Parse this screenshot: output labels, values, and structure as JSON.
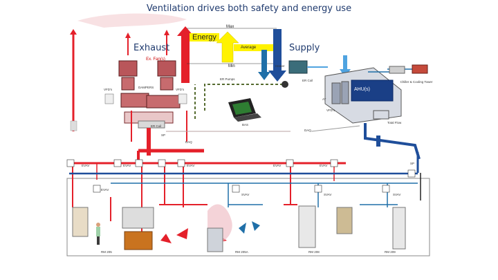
{
  "title": "Ventilation drives both safety and energy use",
  "labels": {
    "exhaust": "Exhaust",
    "supply": "Supply",
    "energy": "Energy",
    "max": "Max",
    "average": "Average",
    "min": "Min",
    "ex_fans": "Ex. Fan(s)",
    "vfds_left": "VFD's",
    "dampers": "DAMPERS",
    "vfds_mid": "VFD's",
    "er_pumps": "ER Pumps",
    "heater": "Heater",
    "er_coil_right": "ER Coil",
    "chiller_tower": "Chiller & Cooling Tower",
    "ahu": "AHU(s)",
    "at": "AT",
    "vfds_ahu": "VFD's",
    "bas": "BAS",
    "daq_right": "DAQ",
    "total_flow": "Total Flow",
    "er_coil_left": "ER Coil",
    "sp_left": "SP",
    "daq_left": "DAQ",
    "sp_right": "SP",
    "ewas": [
      "EVAV",
      "EVAV",
      "EVAV",
      "EVAV",
      "EVAV",
      "EVAV"
    ],
    "svas": [
      "SVAV",
      "SVAV",
      "SVAV"
    ],
    "rooms": [
      "RM 205",
      "RM 205A",
      "RM 208",
      "RM 209"
    ]
  },
  "colors": {
    "exhaust_red": "#e4202a",
    "supply_blue": "#1f4e9a",
    "light_blue": "#4fa3e0",
    "energy_yellow": "#fff200",
    "ahu_navy": "#1a3f86",
    "pump_green": "#556b2f"
  },
  "icons": [
    "fan-icon",
    "damper-icon",
    "coil-icon",
    "computer-icon",
    "pump-icon",
    "fume-hood-icon",
    "person-icon"
  ]
}
